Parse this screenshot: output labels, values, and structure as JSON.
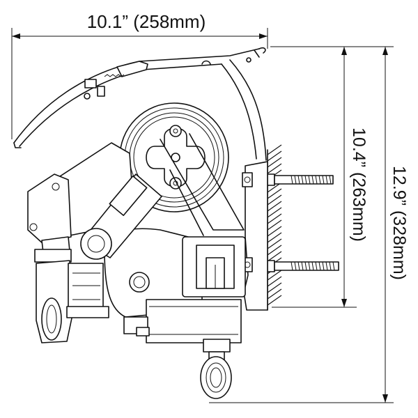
{
  "dimensions": {
    "width_label": "10.1” (258mm)",
    "inner_height_label": "10.4” (263mm)",
    "outer_height_label": "12.9” (328mm)"
  }
}
